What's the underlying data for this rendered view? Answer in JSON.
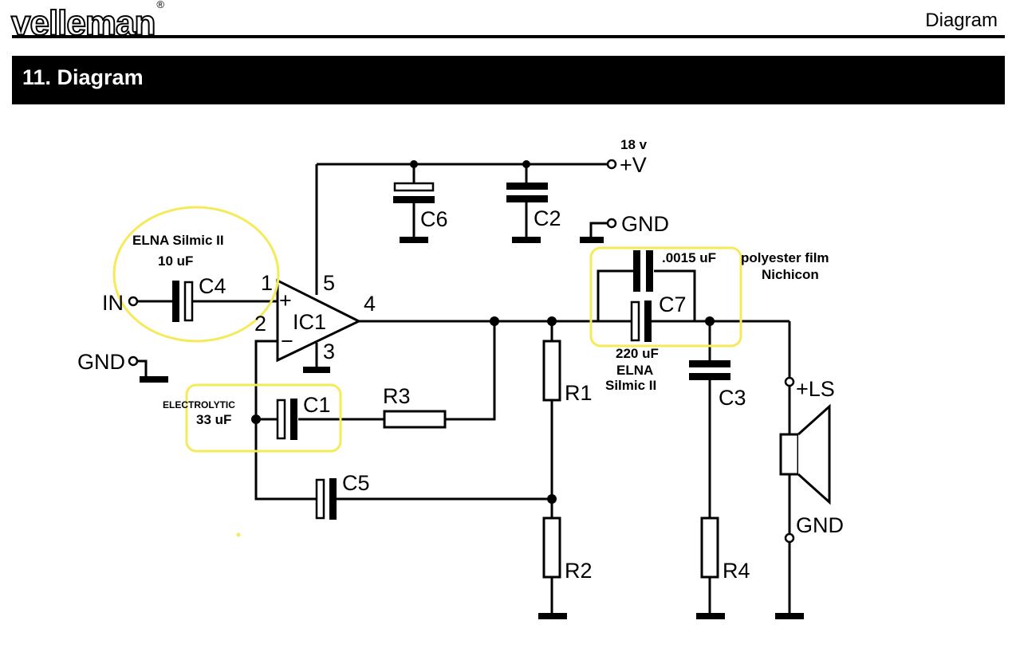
{
  "header": {
    "brand": "velleman",
    "registered_mark": "®",
    "right_label": "Diagram"
  },
  "section": {
    "title": "11.  Diagram"
  },
  "schematic": {
    "ic": {
      "name": "IC1",
      "pin_plus": "+",
      "pin_minus": "−",
      "pin1": "1",
      "pin2": "2",
      "pin3": "3",
      "pin4": "4",
      "pin5": "5"
    },
    "terminals": {
      "vplus": "+V",
      "vplus_note": "18 v",
      "gnd_top": "GND",
      "input": "IN",
      "gnd_input": "GND",
      "ls_plus": "+LS",
      "ls_gnd": "GND"
    },
    "components": {
      "c1": "C1",
      "c2": "C2",
      "c3": "C3",
      "c4": "C4",
      "c5": "C5",
      "c6": "C6",
      "c7": "C7",
      "r1": "R1",
      "r2": "R2",
      "r3": "R3",
      "r4": "R4"
    },
    "annotations": {
      "c4_line1": "ELNA Silmic II",
      "c4_line2": "10 uF",
      "c1_line1": "ELECTROLYTIC",
      "c1_line2": "33 uF",
      "c7_top_value": ".0015 uF",
      "c7_top_line1": "polyester film",
      "c7_top_line2": "Nichicon",
      "c7_bottom_line1": "220 uF",
      "c7_bottom_line2": "ELNA",
      "c7_bottom_line3": "Silmic II"
    },
    "colors": {
      "wire": "#000000",
      "highlight": "#f5ea5a"
    }
  }
}
